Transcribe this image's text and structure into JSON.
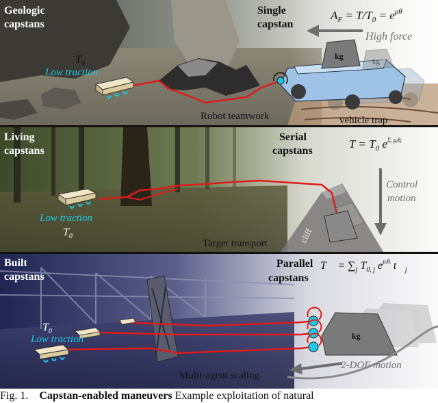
{
  "panel1": {
    "left_title": [
      "Geologic",
      "capstans"
    ],
    "right_title": [
      "Single",
      "capstan"
    ],
    "equation": "A_F = T/T_0 = e^{μθ}",
    "equation_parts": {
      "lhs": "A",
      "sub": "F",
      "mid": " = T/T",
      "sub0": "0",
      "rhs": " = e",
      "sup": "μθ"
    },
    "force_label": "High force",
    "tension_symbol": "T",
    "tension_sub": "0",
    "traction_label": "Low traction",
    "kg_label": "kg",
    "caption_left": "Robot teamwork",
    "caption_right": "vehicle trap"
  },
  "panel2": {
    "left_title": [
      "Living",
      "capstans"
    ],
    "right_title": [
      "Serial",
      "capstans"
    ],
    "equation_parts": {
      "lhs": "T = T",
      "sub0": "0",
      "rhs": " e",
      "sup": "Σᵢ μᵢθᵢ"
    },
    "control_label": [
      "Control",
      "motion"
    ],
    "traction_label": "Low traction",
    "tension_symbol": "T",
    "tension_sub": "0",
    "cliff_label": "cliff",
    "caption": "Target transport"
  },
  "panel3": {
    "left_title": [
      "Built",
      "capstans"
    ],
    "right_title": [
      "Parallel",
      "capstans"
    ],
    "equation_parts": {
      "lhs": "T⃗ = ∑",
      "subj": "j",
      "t": " T",
      "sub0j": "0, j",
      "rhs": " e",
      "sup": "μᵢθᵢ",
      "vec": " t⃗",
      "subvec": "j"
    },
    "tension_symbol": "T",
    "tension_sub": "0",
    "traction_label": "Low traction",
    "kg_label": "kg",
    "motion_label": "2-DOF motion",
    "caption": "Multi-agent scaling"
  },
  "caption": {
    "prefix": "Fig. 1.",
    "bold": "Capstan-enabled maneuvers",
    "text": " Example exploitation of natural"
  },
  "colors": {
    "rope": "#e01a1a",
    "traction": "#1ec8e6",
    "accent_gray": "#6e6e6e"
  }
}
